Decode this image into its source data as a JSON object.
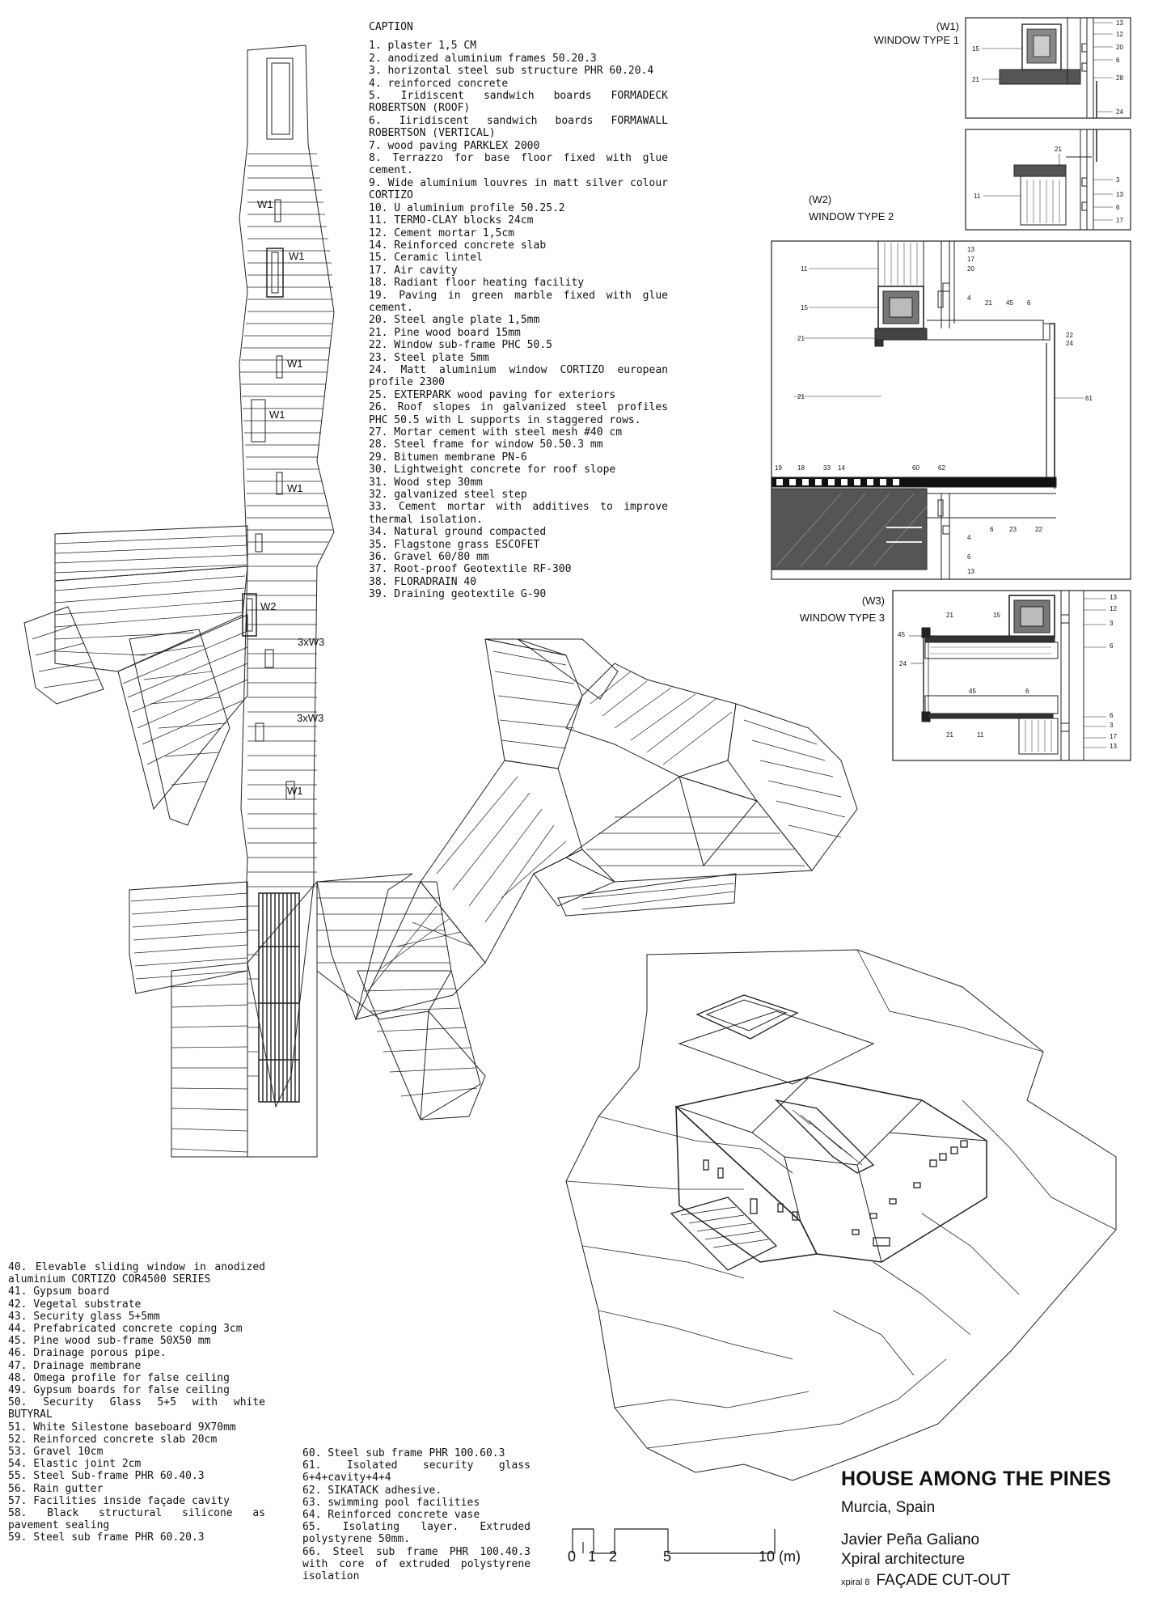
{
  "caption": {
    "heading": "CAPTION",
    "items": [
      "1. plaster 1,5 CM",
      "2. anodized aluminium frames 50.20.3",
      "3. horizontal steel sub structure PHR 60.20.4",
      "4. reinforced concrete",
      "5. Iridiscent sandwich boards FORMADECK ROBERTSON (ROOF)",
      "6. Iiridiscent sandwich boards FORMAWALL ROBERTSON (VERTICAL)",
      "7. wood paving PARKLEX 2000",
      "8. Terrazzo for base floor fixed with glue cement.",
      "9. Wide aluminium louvres in matt silver colour CORTIZO",
      "10. U aluminium profile 50.25.2",
      "11. TERMO-CLAY blocks 24cm",
      "12. Cement mortar 1,5cm",
      "14. Reinforced concrete slab",
      "15. Ceramic lintel",
      "17. Air cavity",
      "18. Radiant floor heating facility",
      "19. Paving in green marble fixed with glue cement.",
      "20. Steel angle plate 1,5mm",
      "21. Pine wood board 15mm",
      "22. Window sub-frame PHC 50.5",
      "23. Steel plate 5mm",
      "24. Matt aluminium window CORTIZO european profile 2300",
      "25. EXTERPARK wood paving for exteriors",
      "26. Roof slopes in galvanized steel profiles PHC 50.5 with L supports in staggered rows.",
      "27. Mortar cement with steel mesh #40 cm",
      "28. Steel frame for window 50.50.3 mm",
      "29. Bitumen membrane PN-6",
      "30. Lightweight concrete for roof slope",
      "31. Wood step 30mm",
      "32. galvanized steel step",
      "33. Cement mortar with additives to improve thermal isolation.",
      "34. Natural ground compacted",
      "35. Flagstone grass ESCOFET",
      "36. Gravel 60/80 mm",
      "37. Root-proof Geotextile RF-300",
      "38. FLORADRAIN 40",
      "39. Draining geotextile G-90"
    ]
  },
  "legend_left": [
    "40. Elevable sliding window in anodized aluminium CORTIZO COR4500 SERIES",
    "41. Gypsum board",
    "42. Vegetal substrate",
    "43. Security glass 5+5mm",
    "44. Prefabricated concrete coping 3cm",
    "45. Pine wood sub-frame 50X50 mm",
    "46. Drainage porous pipe.",
    "47. Drainage membrane",
    "48. Omega profile for false ceiling",
    "49. Gypsum boards for false ceiling",
    "50. Security Glass 5+5 with white BUTYRAL",
    "51. White Silestone baseboard 9X70mm",
    "52. Reinforced concrete slab 20cm",
    "53. Gravel 10cm",
    "54. Elastic joint 2cm",
    "55. Steel Sub-frame PHR 60.40.3",
    "56. Rain gutter",
    "57. Facilities inside façade cavity",
    "58. Black structural silicone as pavement sealing",
    "59. Steel sub frame PHR 60.20.3"
  ],
  "legend_mid": [
    "60. Steel sub frame PHR 100.60.3",
    "61. Isolated security glass 6+4+cavity+4+4",
    "62. SIKATACK adhesive.",
    "63. swimming pool facilities",
    "64. Reinforced concrete vase",
    "65. Isolating layer. Extruded polystyrene 50mm.",
    "66. Steel sub frame PHR 100.40.3 with core of extruded polystyrene isolation"
  ],
  "details": {
    "w1": {
      "code": "(W1)",
      "name": "WINDOW TYPE 1"
    },
    "w2": {
      "code": "(W2)",
      "name": "WINDOW TYPE 2"
    },
    "w3": {
      "code": "(W3)",
      "name": "WINDOW TYPE 3"
    }
  },
  "plan_labels": {
    "w1": "W1",
    "w2": "W2",
    "w3x3": "3xW3"
  },
  "scale_bar": {
    "ticks": [
      "0",
      "1",
      "2",
      "5",
      "10 (m)"
    ]
  },
  "title_block": {
    "title": "HOUSE AMONG THE PINES",
    "location": "Murcia, Spain",
    "author": "Javier Peña Galiano",
    "firm": "Xpiral architecture",
    "sheet_code": "xpiral 8",
    "sheet_title": "FAÇADE CUT-OUT"
  }
}
